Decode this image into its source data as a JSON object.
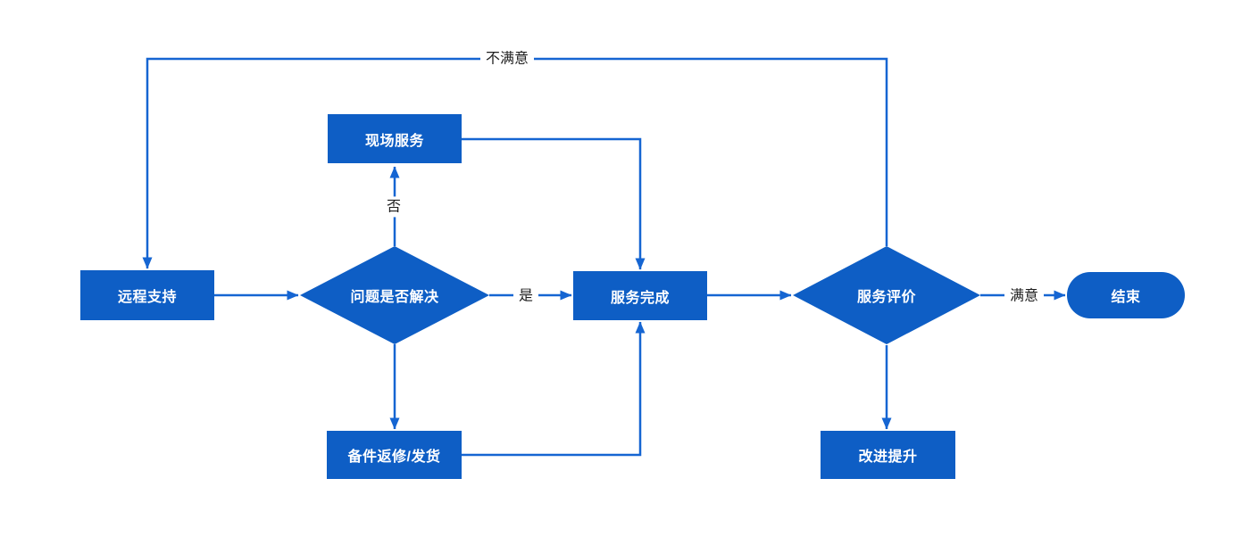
{
  "diagram": {
    "type": "flowchart",
    "colors": {
      "background": "#ffffff",
      "shape_fill": "#0e5ec5",
      "connector": "#1565d2",
      "shape_text": "#ffffff",
      "edge_label_text": "#1f1f1f"
    },
    "nodes": [
      {
        "id": "remote-support",
        "label": "远程支持",
        "shape": "rectangle"
      },
      {
        "id": "problem-solved-decision",
        "label": "问题是否解决",
        "shape": "diamond"
      },
      {
        "id": "onsite-service",
        "label": "现场服务",
        "shape": "rectangle"
      },
      {
        "id": "service-complete",
        "label": "服务完成",
        "shape": "rectangle"
      },
      {
        "id": "service-evaluation-decision",
        "label": "服务评价",
        "shape": "diamond"
      },
      {
        "id": "end",
        "label": "结束",
        "shape": "terminator-pill"
      },
      {
        "id": "parts-repair-shipping",
        "label": "备件返修/发货",
        "shape": "rectangle"
      },
      {
        "id": "improvement",
        "label": "改进提升",
        "shape": "rectangle"
      }
    ],
    "edge_labels": [
      {
        "id": "no",
        "text": "否"
      },
      {
        "id": "yes",
        "text": "是"
      },
      {
        "id": "satisfied",
        "text": "满意"
      },
      {
        "id": "unsatisfied",
        "text": "不满意"
      }
    ]
  }
}
